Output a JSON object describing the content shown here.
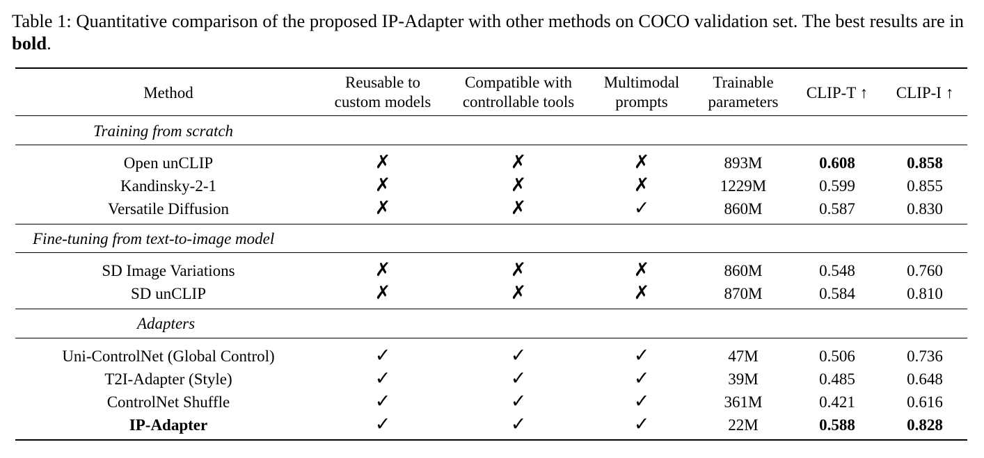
{
  "caption": {
    "text": "Table 1: Quantitative comparison of the proposed IP-Adapter with other methods on COCO validation set. The best results are in ",
    "bold_word": "bold",
    "end": "."
  },
  "header": {
    "method": "Method",
    "reusable_l1": "Reusable to",
    "reusable_l2": "custom models",
    "compatible_l1": "Compatible with",
    "compatible_l2": "controllable tools",
    "multimodal_l1": "Multimodal",
    "multimodal_l2": "prompts",
    "trainable_l1": "Trainable",
    "trainable_l2": "parameters",
    "clip_t": "CLIP-T ↑",
    "clip_i": "CLIP-I ↑"
  },
  "marks": {
    "yes": "✓",
    "no": "✗"
  },
  "sections": [
    {
      "title": "Training from scratch",
      "rows": [
        {
          "method": "Open unCLIP",
          "reusable": "✗",
          "compatible": "✗",
          "multimodal": "✗",
          "params": "893M",
          "clip_t": "0.608",
          "clip_i": "0.858"
        },
        {
          "method": "Kandinsky-2-1",
          "reusable": "✗",
          "compatible": "✗",
          "multimodal": "✗",
          "params": "1229M",
          "clip_t": "0.599",
          "clip_i": "0.855"
        },
        {
          "method": "Versatile Diffusion",
          "reusable": "✗",
          "compatible": "✗",
          "multimodal": "✓",
          "params": "860M",
          "clip_t": "0.587",
          "clip_i": "0.830"
        }
      ]
    },
    {
      "title": "Fine-tuning from text-to-image model",
      "rows": [
        {
          "method": "SD Image Variations",
          "reusable": "✗",
          "compatible": "✗",
          "multimodal": "✗",
          "params": "860M",
          "clip_t": "0.548",
          "clip_i": "0.760"
        },
        {
          "method": "SD unCLIP",
          "reusable": "✗",
          "compatible": "✗",
          "multimodal": "✗",
          "params": "870M",
          "clip_t": "0.584",
          "clip_i": "0.810"
        }
      ]
    },
    {
      "title": "Adapters",
      "rows": [
        {
          "method": "Uni-ControlNet (Global Control)",
          "reusable": "✓",
          "compatible": "✓",
          "multimodal": "✓",
          "params": "47M",
          "clip_t": "0.506",
          "clip_i": "0.736"
        },
        {
          "method": "T2I-Adapter (Style)",
          "reusable": "✓",
          "compatible": "✓",
          "multimodal": "✓",
          "params": "39M",
          "clip_t": "0.485",
          "clip_i": "0.648"
        },
        {
          "method": "ControlNet Shuffle",
          "reusable": "✓",
          "compatible": "✓",
          "multimodal": "✓",
          "params": "361M",
          "clip_t": "0.421",
          "clip_i": "0.616"
        },
        {
          "method": "IP-Adapter",
          "reusable": "✓",
          "compatible": "✓",
          "multimodal": "✓",
          "params": "22M",
          "clip_t": "0.588",
          "clip_i": "0.828"
        }
      ]
    }
  ]
}
